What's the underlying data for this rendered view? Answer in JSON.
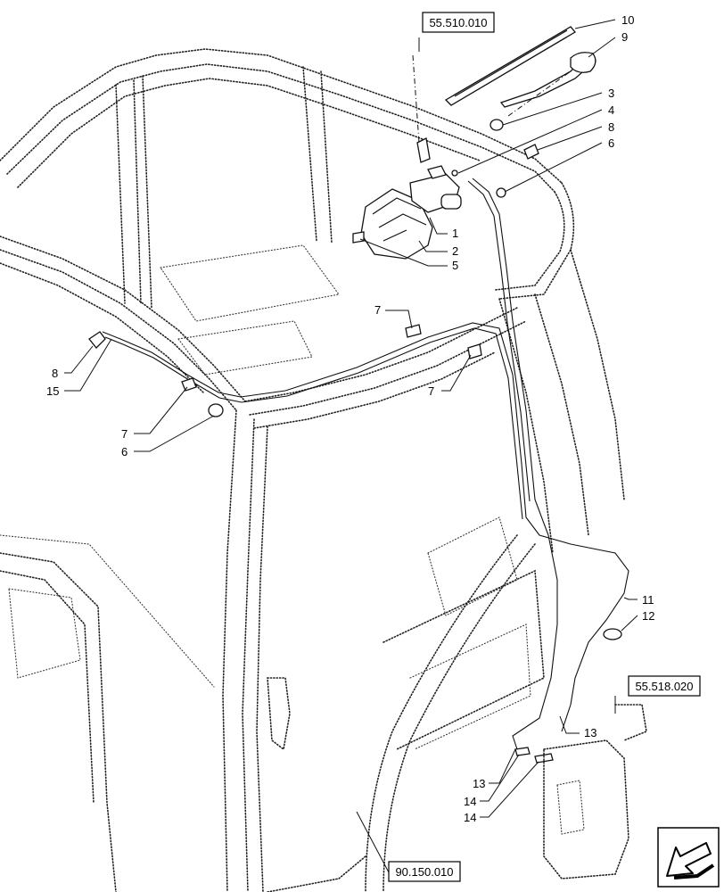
{
  "references": [
    {
      "id": "ref-55-510-010",
      "text": "55.510.010"
    },
    {
      "id": "ref-55-518-020",
      "text": "55.518.020"
    },
    {
      "id": "ref-90-150-010",
      "text": "90.150.010"
    }
  ],
  "callouts": [
    "10",
    "9",
    "3",
    "4",
    "8",
    "6",
    "1",
    "2",
    "5",
    "7",
    "8",
    "15",
    "7",
    "6",
    "7",
    "11",
    "12",
    "13",
    "13",
    "14",
    "14"
  ],
  "icons": {
    "nav": "arrow-icon"
  }
}
